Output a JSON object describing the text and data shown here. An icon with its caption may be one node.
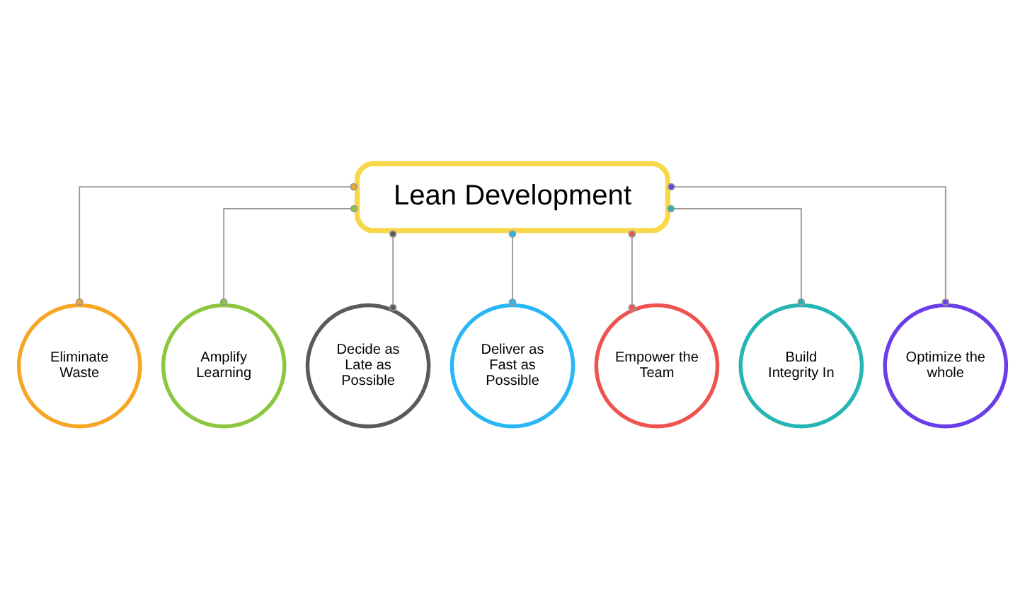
{
  "diagram": {
    "nodes": [
      {
        "text": [
          "Lean Development"
        ]
      },
      {
        "text": [
          "Eliminate Waste"
        ]
      },
      {
        "text": [
          "Amplify Learning"
        ]
      },
      {
        "text": [
          "Decide as Late as Possible"
        ]
      },
      {
        "text": [
          "Deliver as Fast as Possible"
        ]
      },
      {
        "text": [
          "Empower the Team"
        ]
      },
      {
        "text": [
          "Build Integrity In"
        ]
      },
      {
        "text": [
          "Optimize the whole"
        ]
      }
    ],
    "edges": [
      {
        "from": 0,
        "to": 1,
        "arrow": "other"
      },
      {
        "from": 0,
        "to": 2,
        "arrow": "other"
      },
      {
        "from": 0,
        "to": 3,
        "arrow": "other"
      },
      {
        "from": 0,
        "to": 4,
        "arrow": "other"
      },
      {
        "from": 0,
        "to": 5,
        "arrow": "other"
      },
      {
        "from": 0,
        "to": 6,
        "arrow": "other"
      },
      {
        "from": 0,
        "to": 7,
        "arrow": "other"
      }
    ]
  }
}
